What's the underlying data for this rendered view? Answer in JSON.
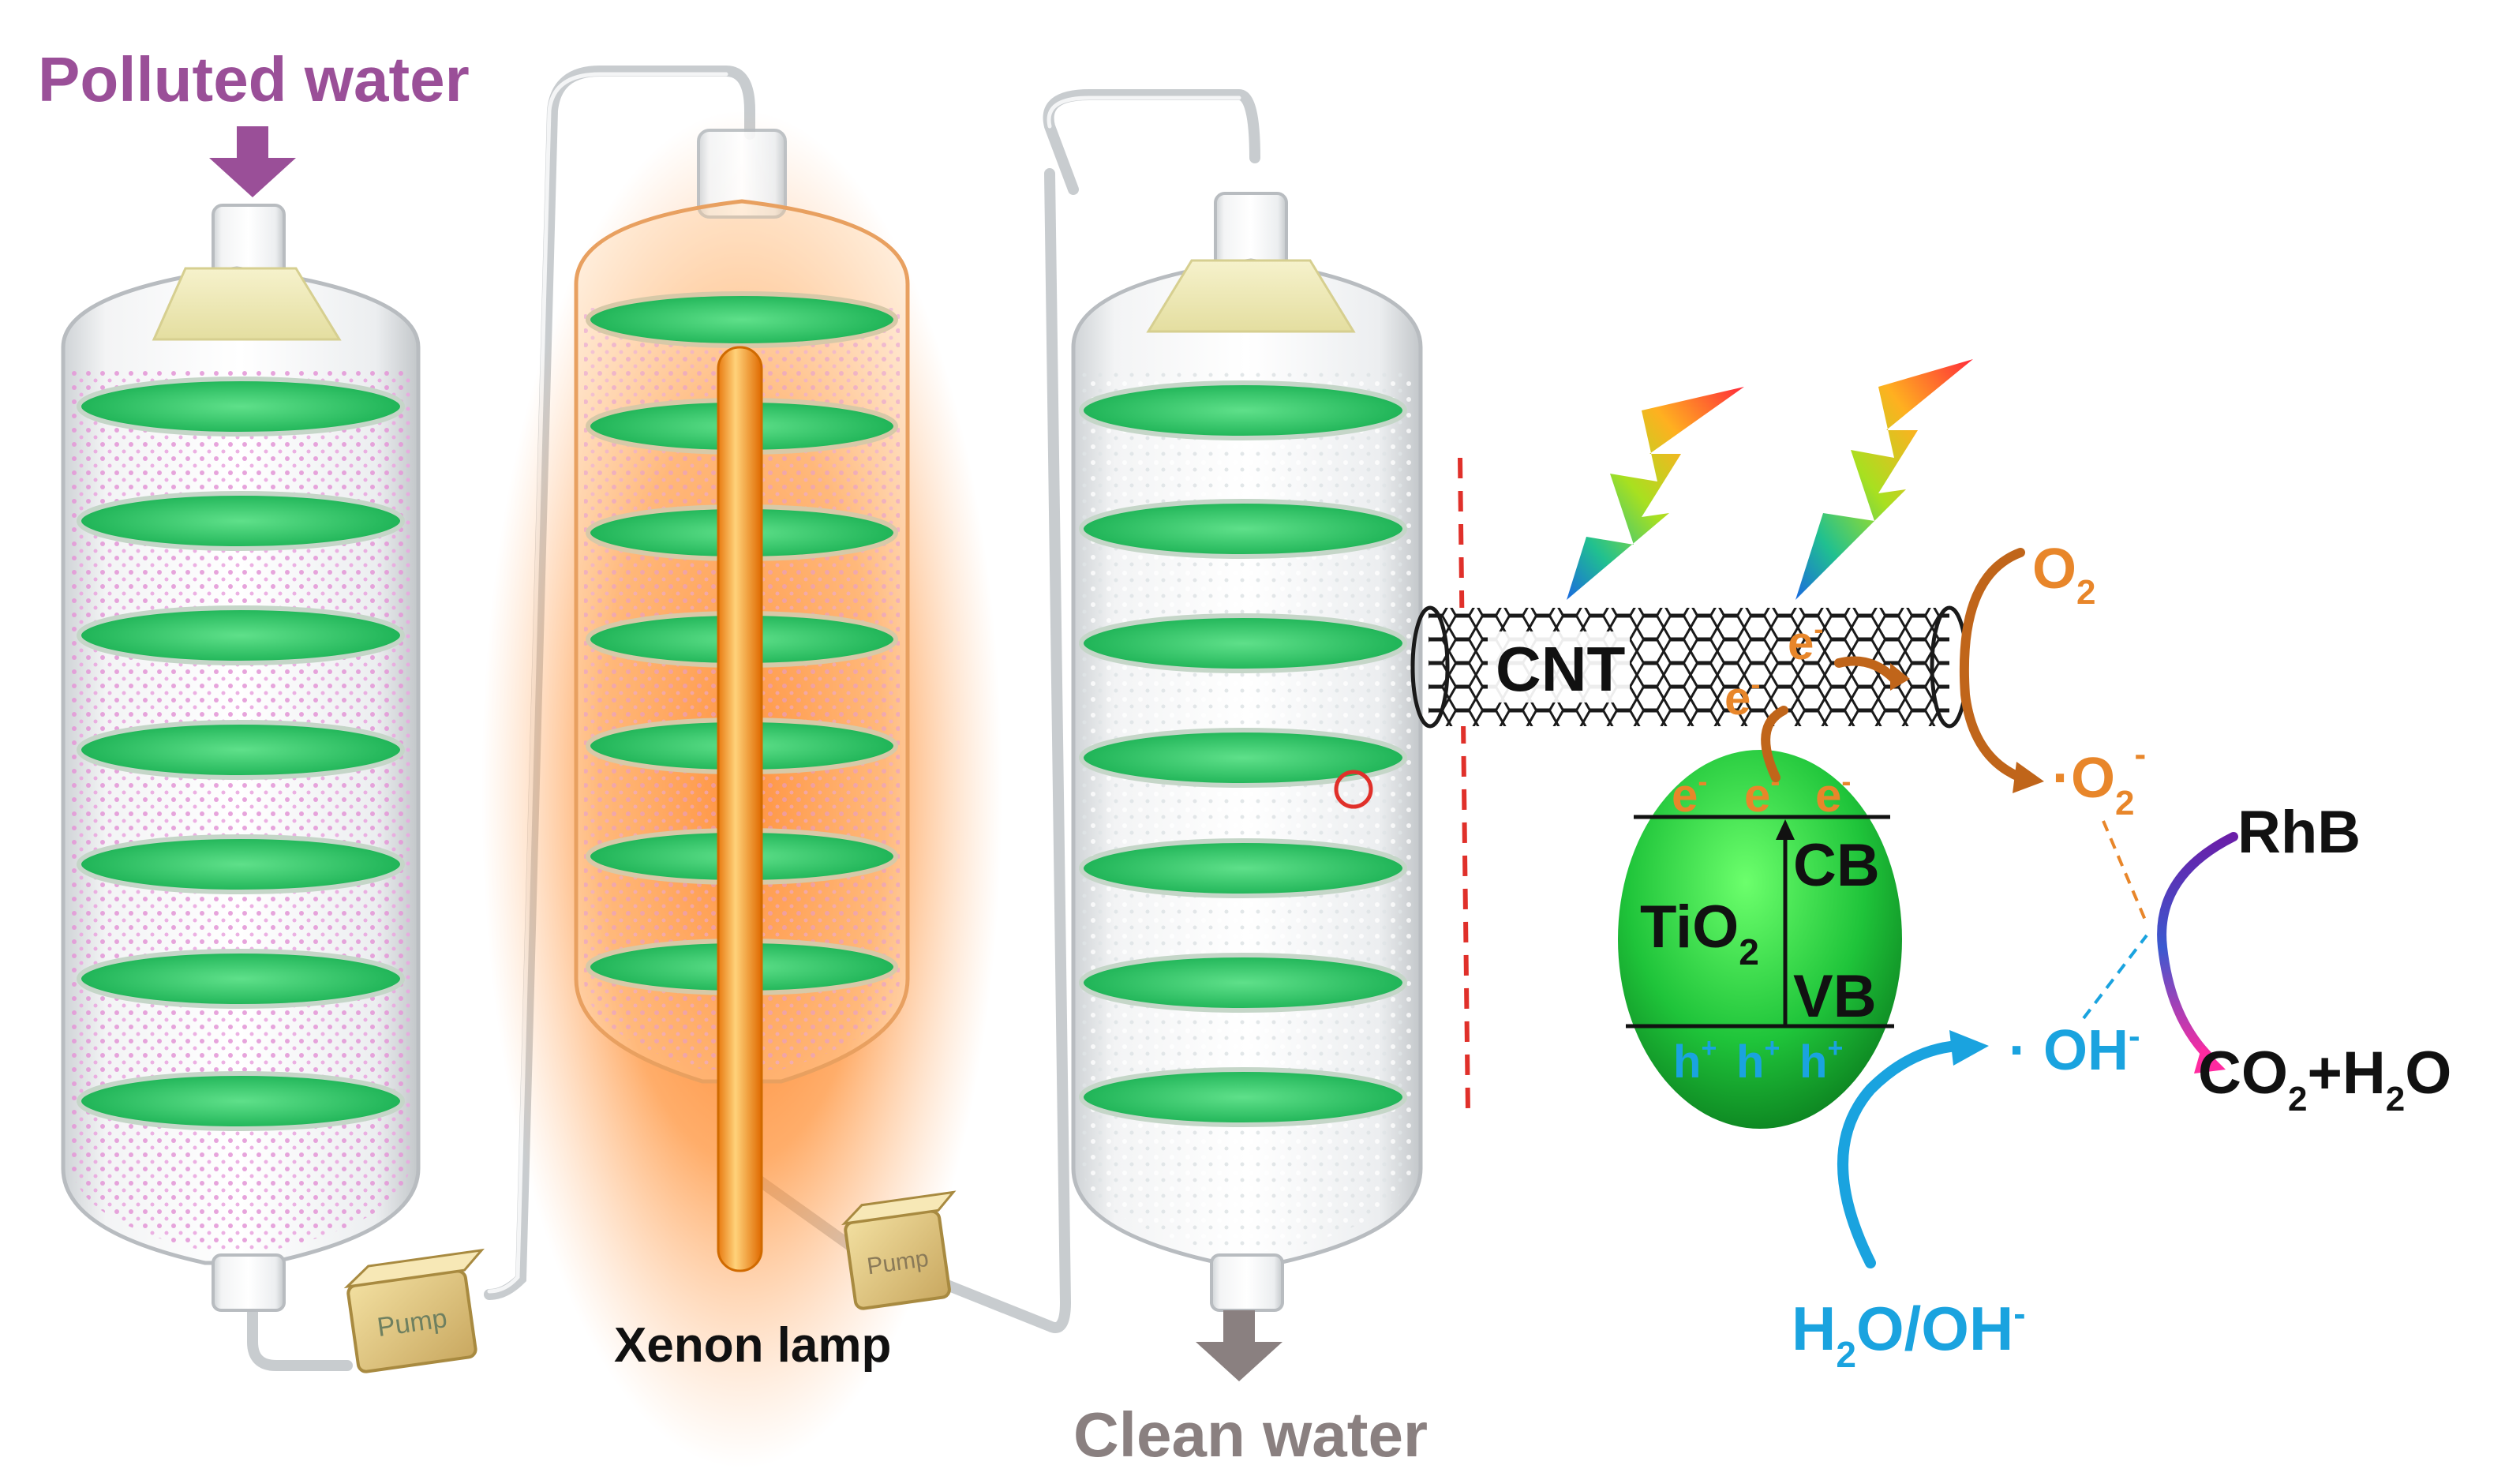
{
  "labels": {
    "inlet": "Polluted water",
    "outlet": "Clean water",
    "lamp": "Xenon lamp",
    "pump": "Pump"
  },
  "mechanism": {
    "cnt": "CNT",
    "tio2_main": "TiO",
    "tio2_sub": "2",
    "cb": "CB",
    "vb": "VB",
    "electron": "e",
    "electron_sup": "-",
    "hole": "h",
    "hole_sup": "+",
    "o2_main": "O",
    "o2_sub": "2",
    "superoxide_main": "·O",
    "superoxide_sub": "2",
    "superoxide_sup": "-",
    "hydroxyl_main": "· OH",
    "hydroxyl_sup": "-",
    "water_h": "H",
    "water_sub": "2",
    "water_rest": "O/OH",
    "water_sup": "-",
    "rhb": "RhB",
    "product_co": "CO",
    "product_co_sub": "2",
    "product_plus_h": "+H",
    "product_h_sub": "2",
    "product_o": "O"
  },
  "colors": {
    "inlet_label": "#9a4f98",
    "outlet_label": "#8a8080",
    "electron": "#e8862a",
    "hydroxyl": "#1aa3df",
    "catalyst_green": "#22c43c",
    "lamp_glow": "#ff7a1a",
    "dashed_red": "#e0302a"
  }
}
